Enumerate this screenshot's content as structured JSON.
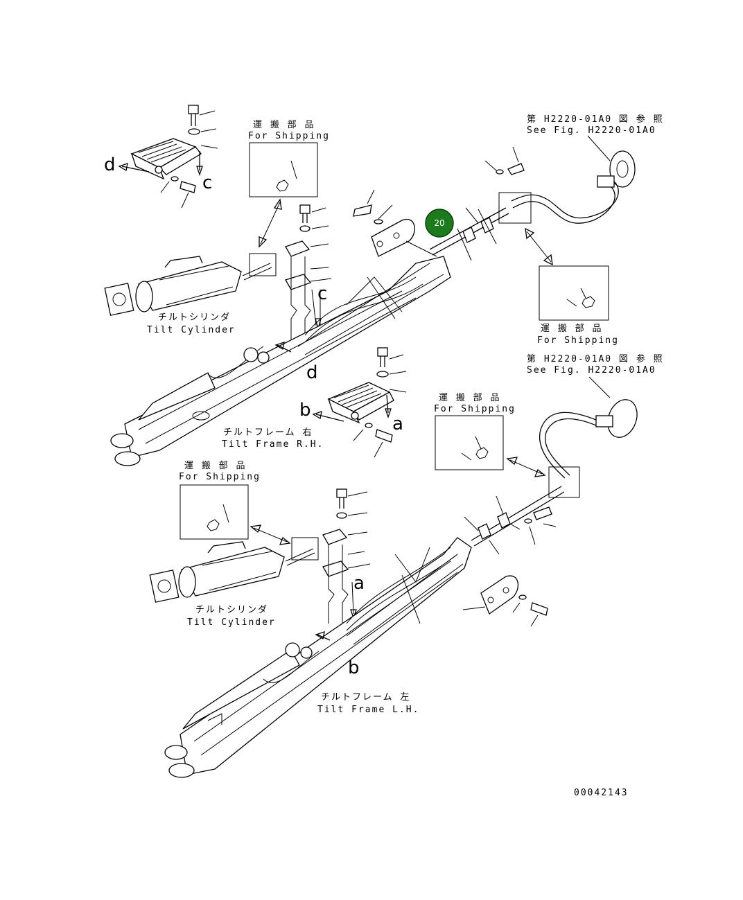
{
  "labels": {
    "ref_top_jp": "第 H2220-01A0 図 参 照",
    "ref_top_en": "See Fig. H2220-01A0",
    "ref_mid_jp": "第 H2220-01A0 図 参 照",
    "ref_mid_en": "See Fig. H2220-01A0",
    "ship1_jp": "運 搬 部 品",
    "ship1_en": "For Shipping",
    "ship2_jp": "運 搬 部 品",
    "ship2_en": "For Shipping",
    "ship3_jp": "運 搬 部 品",
    "ship3_en": "For Shipping",
    "ship4_jp": "運 搬 部 品",
    "ship4_en": "For Shipping",
    "cyl1_jp": "チルトシリンダ",
    "cyl1_en": "Tilt Cylinder",
    "cyl2_jp": "チルトシリンダ",
    "cyl2_en": "Tilt Cylinder",
    "frame_rh_jp": "チルトフレーム 右",
    "frame_rh_en": "Tilt Frame R.H.",
    "frame_lh_jp": "チルトフレーム 左",
    "frame_lh_en": "Tilt Frame L.H.",
    "drawing_no": "00042143"
  },
  "letters": {
    "d_top": "d",
    "c_top": "c",
    "c_mid": "c",
    "d_mid": "d",
    "b_mid": "b",
    "a_mid": "a",
    "a_low": "a",
    "b_low": "b"
  },
  "callout": {
    "number": "20",
    "color": "#1d7a1d"
  }
}
